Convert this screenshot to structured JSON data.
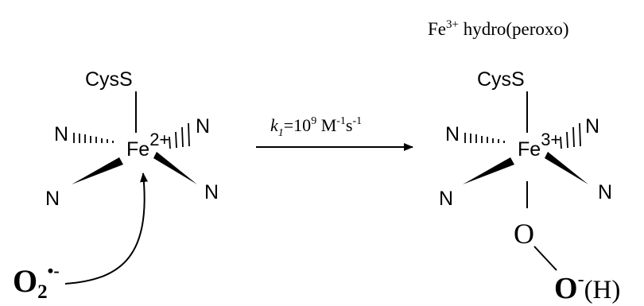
{
  "product_title": {
    "base": "Fe",
    "sup": "3+",
    "rest": " hydro(peroxo)"
  },
  "reactant": {
    "axial_ligand": "CysS",
    "metal": "Fe",
    "charge": "2+",
    "equatorial_ligands": [
      "N",
      "N",
      "N",
      "N"
    ]
  },
  "superoxide": {
    "base": "O",
    "sub": "2",
    "sup": "•-"
  },
  "rate_label": {
    "k": "k",
    "k_sub": "1",
    "eq": "=10",
    "exp": "9",
    "unit_m": " M",
    "unit_m_exp": "-1",
    "unit_s": "s",
    "unit_s_exp": "-1"
  },
  "product": {
    "axial_ligand": "CysS",
    "metal": "Fe",
    "charge": "3+",
    "equatorial_ligands": [
      "N",
      "N",
      "N",
      "N"
    ],
    "proximal_oxygen": "O",
    "distal_oxygen": "O",
    "distal_charge": "-",
    "protonation": "(H)"
  }
}
